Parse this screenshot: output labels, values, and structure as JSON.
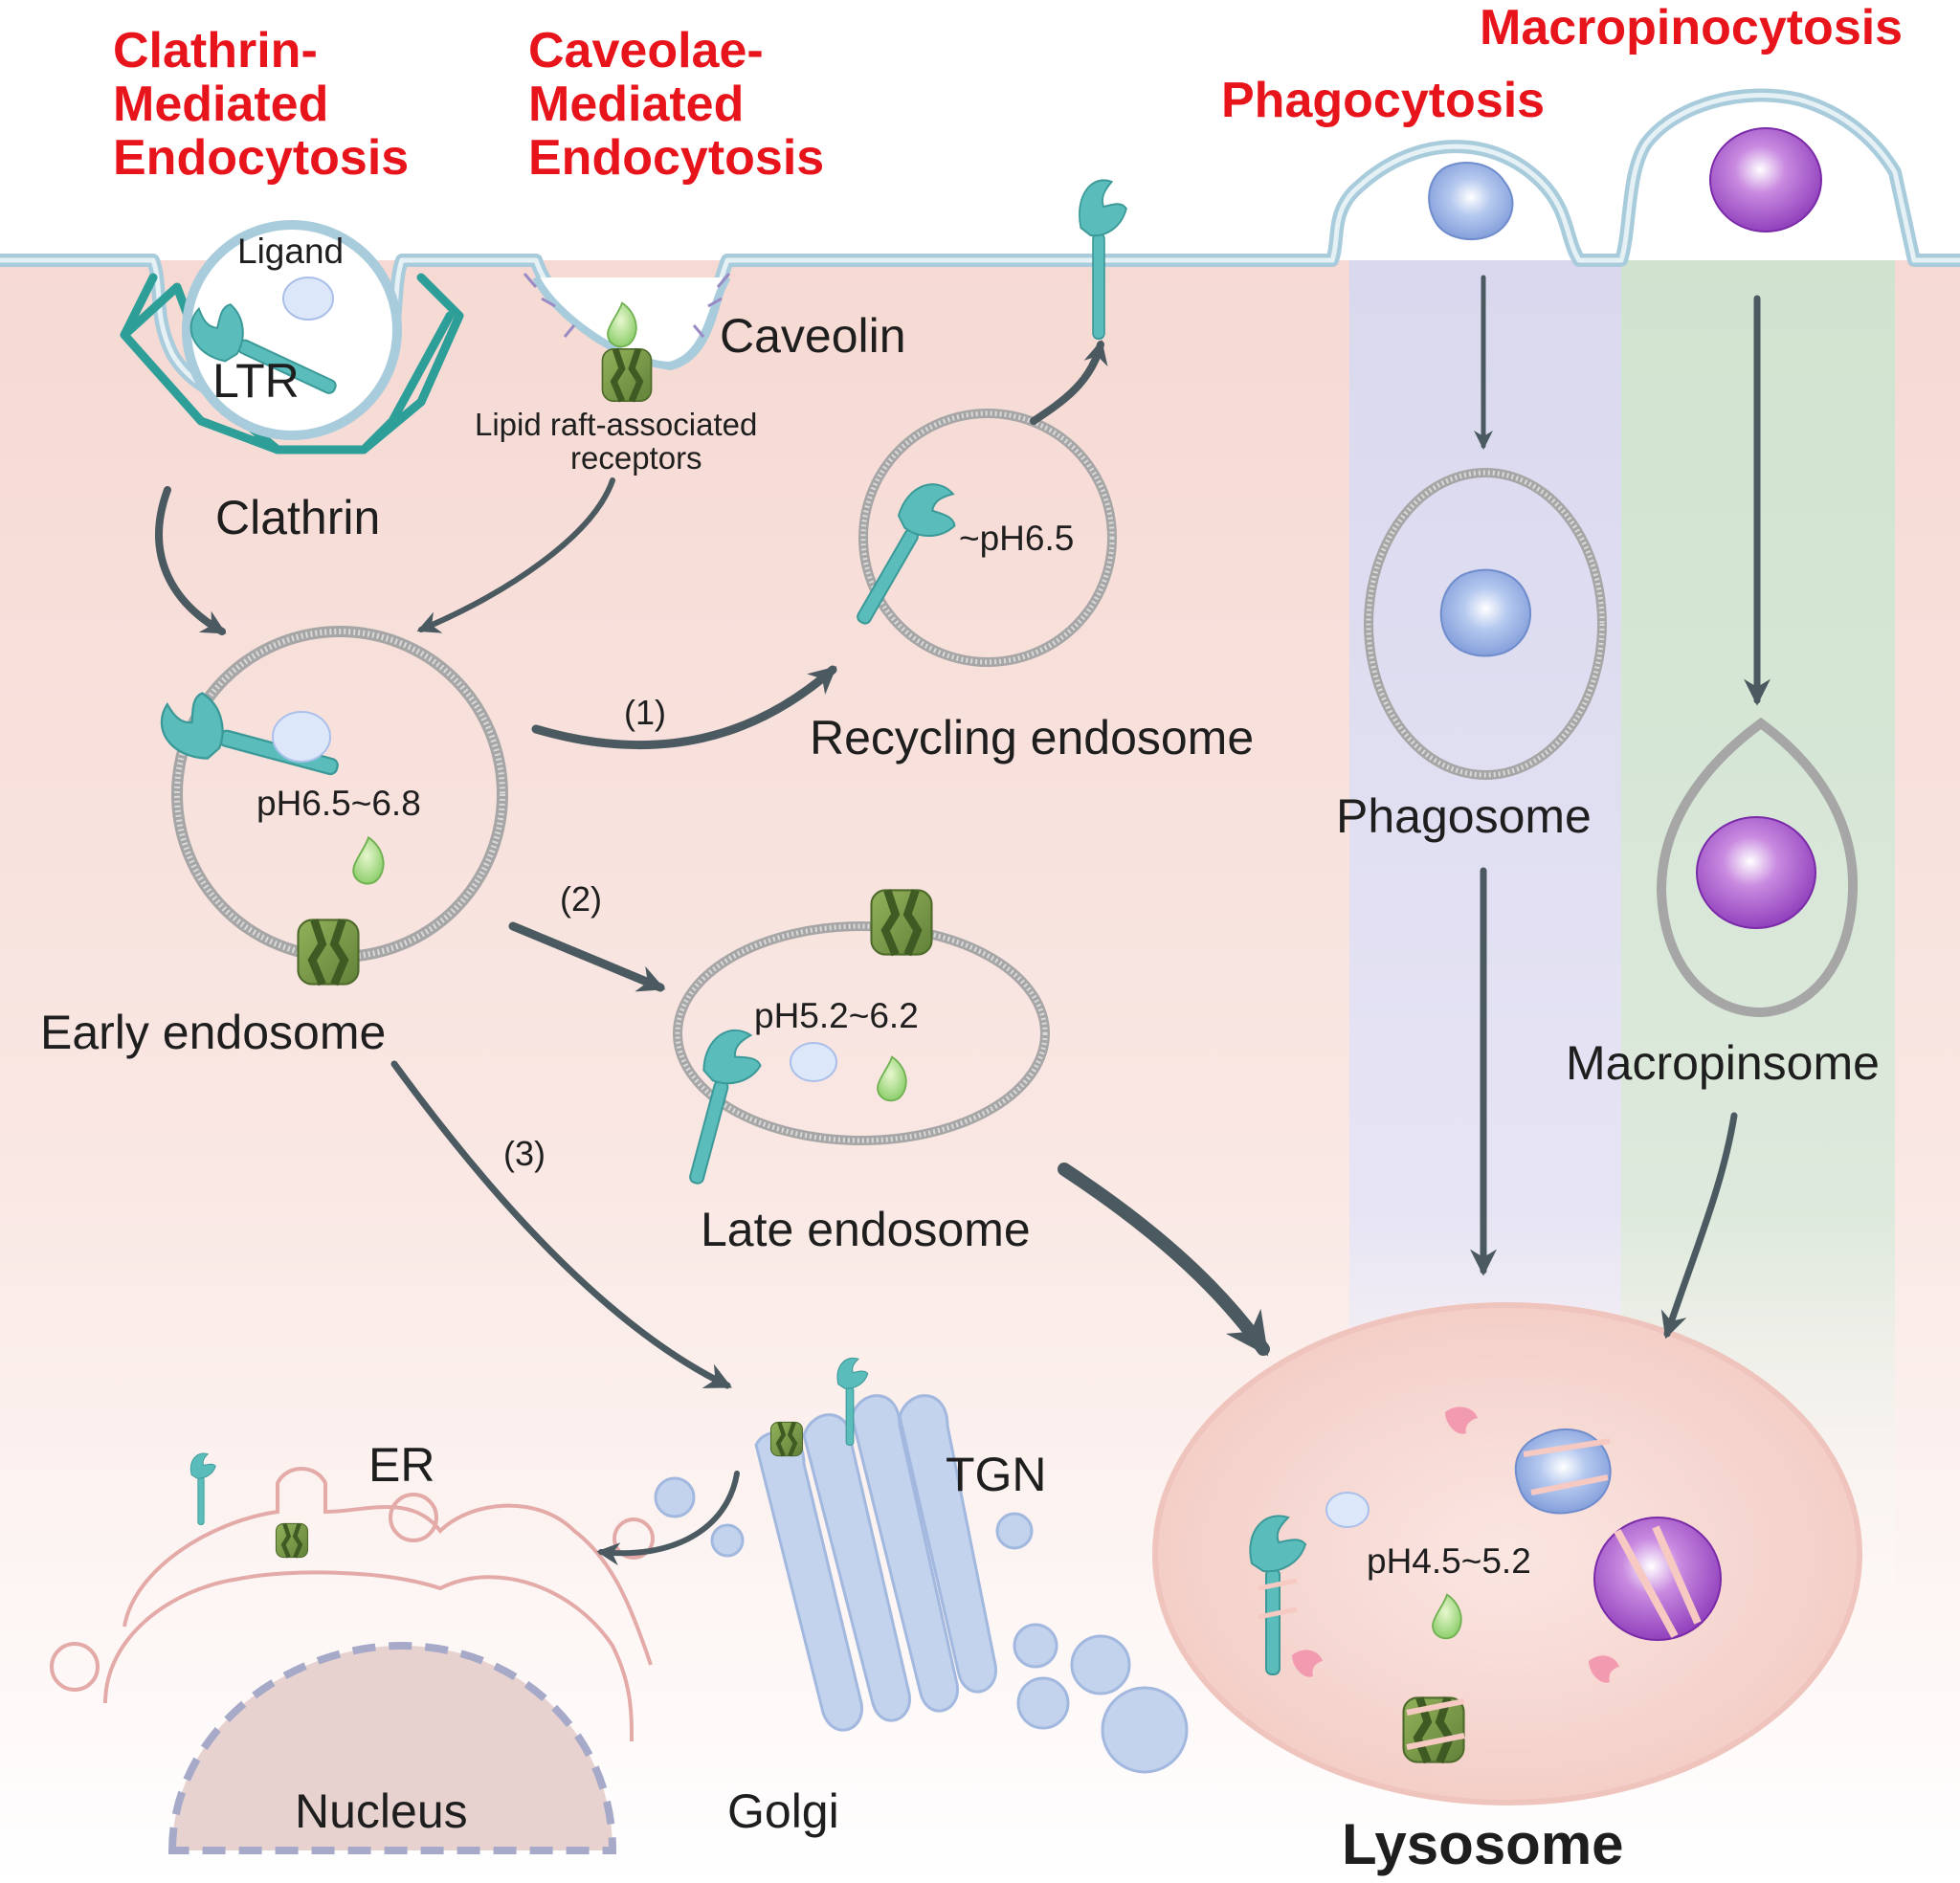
{
  "pathways": {
    "clathrin": [
      "Clathrin-",
      "Mediated",
      "Endocytosis"
    ],
    "caveolae": [
      "Caveolae-",
      "Mediated",
      "Endocytosis"
    ],
    "phagocytosis": "Phagocytosis",
    "macropinocytosis": "Macropinocytosis"
  },
  "labels": {
    "ligand": "Ligand",
    "ltr": "LTR",
    "clathrin": "Clathrin",
    "caveolin": "Caveolin",
    "lipid_raft": [
      "Lipid raft-associated",
      "receptors"
    ],
    "early_endosome": "Early endosome",
    "early_ph": "pH6.5~6.8",
    "recycling_endosome": "Recycling endosome",
    "recycling_ph": "~pH6.5",
    "late_endosome": "Late endosome",
    "late_ph": "pH5.2~6.2",
    "phagosome": "Phagosome",
    "macropinosome": "Macropinsome",
    "lysosome": "Lysosome",
    "lysosome_ph": "pH4.5~5.2",
    "er": "ER",
    "tgn": "TGN",
    "golgi": "Golgi",
    "nucleus": "Nucleus"
  },
  "routes": {
    "route_1": "(1)",
    "route_2": "(2)",
    "route_3": "(3)"
  },
  "colors": {
    "title_red": "#e8141c",
    "membrane": "#a9ccdc",
    "receptor": "#5bbdbb",
    "cytoplasm": "#f6ddd8",
    "phagocytosis_lane": "#dcdaef",
    "macropinocytosis_lane": "#d4e6d4",
    "arrow": "#4b5a60"
  }
}
